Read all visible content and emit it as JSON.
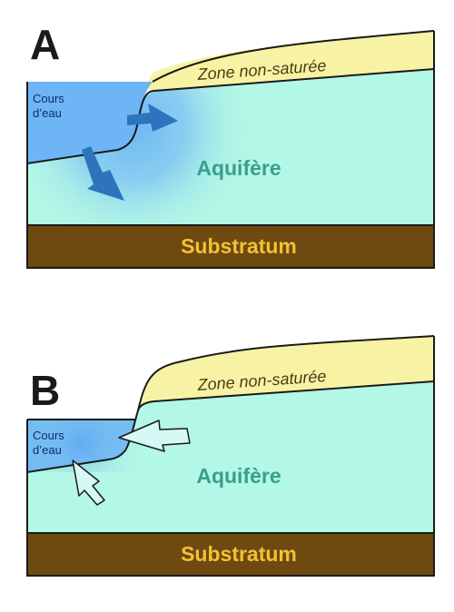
{
  "panels": [
    {
      "id": "A",
      "label": "A",
      "unsaturated_zone": "Zone non-saturée",
      "stream": [
        "Cours",
        "d’eau"
      ],
      "aquifer": "Aquifère",
      "substratum": "Substratum",
      "flow": "stream-to-aquifer"
    },
    {
      "id": "B",
      "label": "B",
      "unsaturated_zone": "Zone non-saturée",
      "stream": [
        "Cours",
        "d’eau"
      ],
      "aquifer": "Aquifère",
      "substratum": "Substratum",
      "flow": "aquifer-to-stream"
    }
  ],
  "colors": {
    "aquifer": "#b3f7e6",
    "unsaturated_zone": "#f8f3a4",
    "stream": "#6db5f4",
    "substratum": "#6e4a11",
    "arrow_outflow": "#2e74bd",
    "arrow_inflow": "#d6f9f6"
  }
}
